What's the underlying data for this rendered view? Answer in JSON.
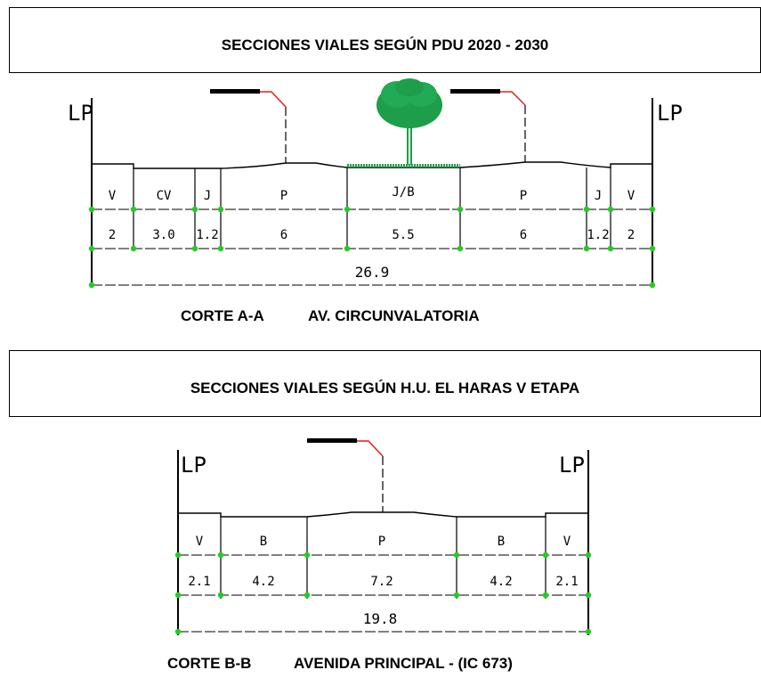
{
  "section_a": {
    "banner_title": "SECCIONES VIALES SEGÚN PDU 2020 - 2030",
    "lp_left": "LP",
    "lp_right": "LP",
    "segments": [
      {
        "code": "V",
        "width": "2"
      },
      {
        "code": "CV",
        "width": "3.0"
      },
      {
        "code": "J",
        "width": "1.2"
      },
      {
        "code": "P",
        "width": "6"
      },
      {
        "code": "J/B",
        "width": "5.5"
      },
      {
        "code": "P",
        "width": "6"
      },
      {
        "code": "J",
        "width": "1.2"
      },
      {
        "code": "V",
        "width": "2"
      }
    ],
    "total": "26.9",
    "caption_corte": "CORTE A-A",
    "caption_name": "AV. CIRCUNVALATORIA"
  },
  "section_b": {
    "banner_title": "SECCIONES VIALES SEGÚN H.U. EL HARAS V ETAPA",
    "lp_left": "LP",
    "lp_right": "LP",
    "segments": [
      {
        "code": "V",
        "width": "2.1"
      },
      {
        "code": "B",
        "width": "4.2"
      },
      {
        "code": "P",
        "width": "7.2"
      },
      {
        "code": "B",
        "width": "4.2"
      },
      {
        "code": "V",
        "width": "2.1"
      }
    ],
    "total": "19.8",
    "caption_corte": "CORTE B-B",
    "caption_name": "AVENIDA PRINCIPAL - (IC 673)"
  },
  "colors": {
    "line": "#000000",
    "dim_node": "#22cc22",
    "tree": "#1e9e4a",
    "lamp_arm": "#e02020"
  },
  "icons": [
    "tree-icon",
    "street-lamp-icon"
  ]
}
